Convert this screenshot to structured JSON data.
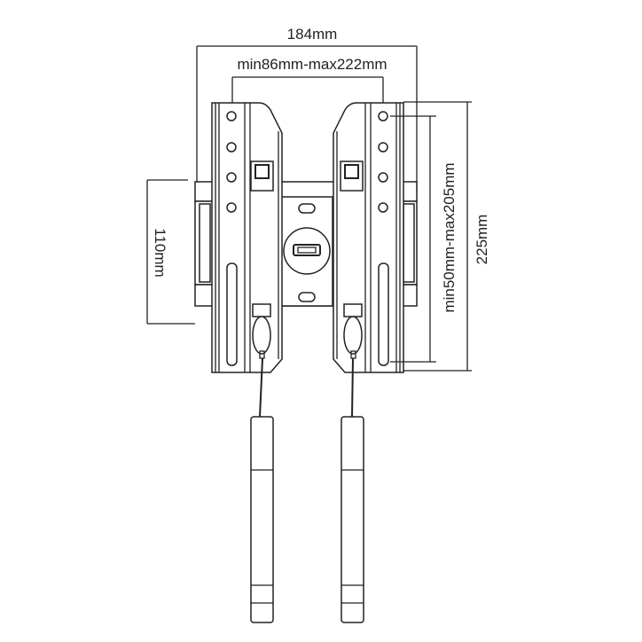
{
  "title": "TV wall mount bracket dimensions",
  "dimensions": {
    "overall_width": "184mm",
    "vesa_horizontal": "min86mm-max222mm",
    "wall_plate_height": "110mm",
    "vesa_vertical": "min50mm-max205mm",
    "overall_height": "225mm"
  },
  "colors": {
    "line": "#222222",
    "background": "#ffffff"
  }
}
